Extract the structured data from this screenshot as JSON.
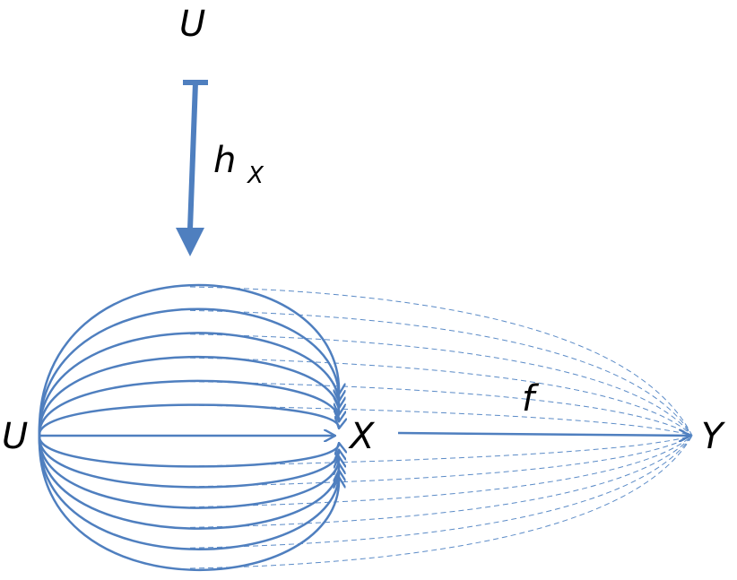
{
  "labels": {
    "u_top": "U",
    "h_main": "h",
    "h_sub": "X",
    "u_left": "U",
    "x": "X",
    "f": "f",
    "y": "Y"
  },
  "colors": {
    "arrow": "#4f7fbf",
    "dashed": "#5b8bc7",
    "text": "#000000"
  },
  "arrows": {
    "loops_above": 6,
    "loops_below": 6
  }
}
